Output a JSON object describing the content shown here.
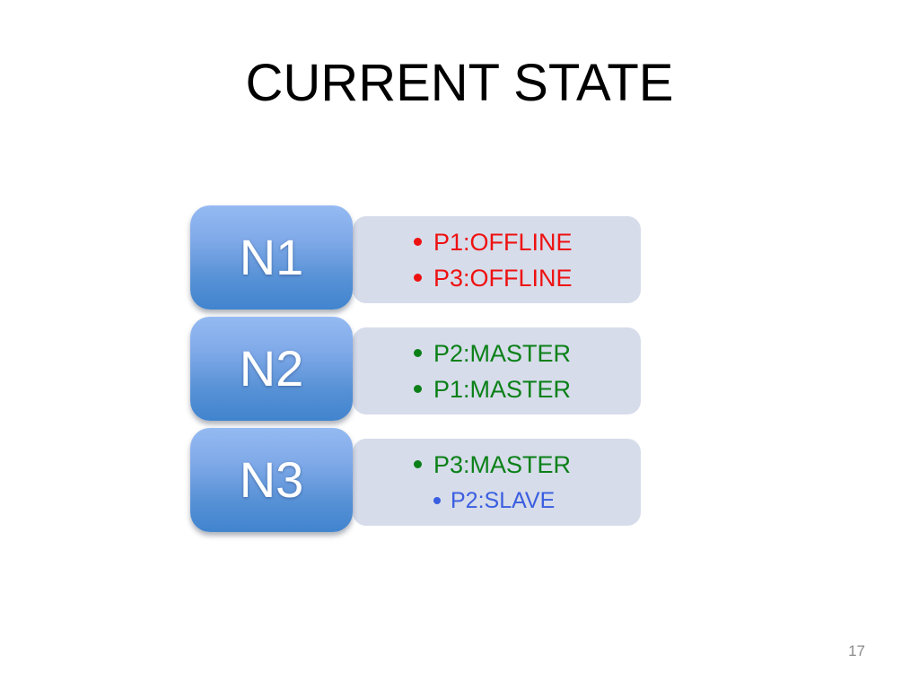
{
  "slide": {
    "title": "CURRENT STATE",
    "page_number": "17"
  },
  "colors": {
    "offline": "#ee1111",
    "master": "#0b8018",
    "slave": "#3a5ee0",
    "panel_bg": "#d6dcea",
    "node_gradient_top": "#95baf2",
    "node_gradient_bottom": "#4184ce",
    "node_label": "#ffffff",
    "title": "#000000",
    "page_number": "#8a8a8a"
  },
  "nodes": [
    {
      "label": "N1",
      "items": [
        {
          "text": "P1:OFFLINE",
          "state": "offline",
          "level": 1
        },
        {
          "text": "P3:OFFLINE",
          "state": "offline",
          "level": 1
        }
      ]
    },
    {
      "label": "N2",
      "items": [
        {
          "text": "P2:MASTER",
          "state": "master",
          "level": 1
        },
        {
          "text": "P1:MASTER",
          "state": "master",
          "level": 1
        }
      ]
    },
    {
      "label": "N3",
      "items": [
        {
          "text": "P3:MASTER",
          "state": "master",
          "level": 1
        },
        {
          "text": "P2:SLAVE",
          "state": "slave",
          "level": 2
        }
      ]
    }
  ]
}
